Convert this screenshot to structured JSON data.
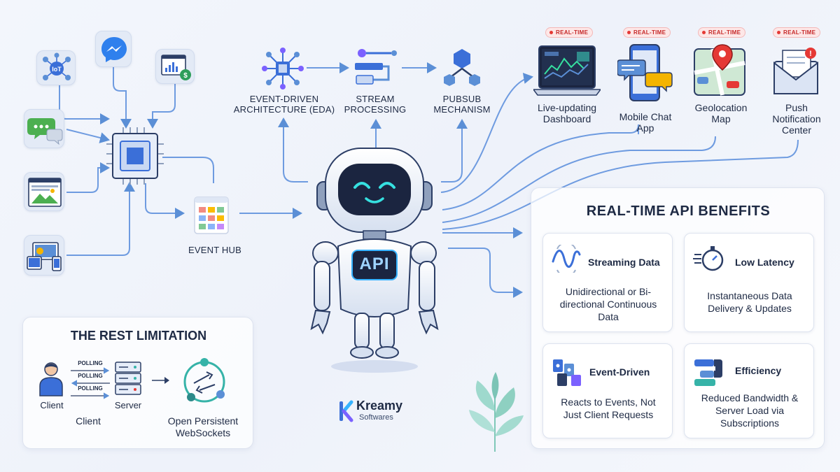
{
  "sources": [
    {
      "icon": "iot-hub-icon"
    },
    {
      "icon": "messenger-icon"
    },
    {
      "icon": "payment-screen-icon"
    },
    {
      "icon": "chat-bubbles-icon"
    },
    {
      "icon": "web-page-icon"
    },
    {
      "icon": "devices-icon"
    }
  ],
  "event_hub": {
    "label": "EVENT HUB"
  },
  "pipeline": [
    {
      "label": "EVENT-DRIVEN\nARCHITECTURE (EDA)"
    },
    {
      "label": "STREAM\nPROCESSING"
    },
    {
      "label": "PUBSUB\nMECHANISM"
    }
  ],
  "robot": {
    "chest_label": "API"
  },
  "clients": [
    {
      "badge": "REAL-TIME",
      "label": "Live-updating\nDashboard"
    },
    {
      "badge": "REAL-TIME",
      "label": "Mobile Chat\nApp"
    },
    {
      "badge": "REAL-TIME",
      "label": "Geolocation\nMap"
    },
    {
      "badge": "REAL-TIME",
      "label": "Push\nNotification\nCenter"
    }
  ],
  "benefits": {
    "title": "REAL-TIME API BENEFITS",
    "cards": [
      {
        "title": "Streaming Data",
        "desc": "Unidirectional or Bi-\ndirectional Continuous\nData"
      },
      {
        "title": "Low Latency",
        "desc": "Instantaneous Data\nDelivery & Updates"
      },
      {
        "title": "Event-Driven",
        "desc": "Reacts to Events, Not\nJust Client Requests"
      },
      {
        "title": "Efficiency",
        "desc": "Reduced Bandwidth &\nServer Load via\nSubscriptions"
      }
    ]
  },
  "rest": {
    "title": "THE REST LIMITATION",
    "polling": [
      "POLLING",
      "POLLING",
      "POLLING"
    ],
    "client_label": "Client",
    "server_label": "Server",
    "bottom_client": "Client",
    "websocket_label": "Open Persistent\nWebSockets"
  },
  "brand": {
    "name": "Kreamy",
    "sub": "Softwares"
  },
  "colors": {
    "accent": "#3b6fd8",
    "arrow": "#5b8fd6",
    "realtime": "#e53935",
    "teal": "#36b3a8"
  }
}
